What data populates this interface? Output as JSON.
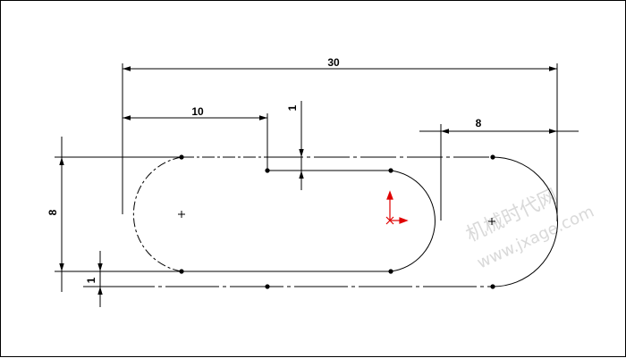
{
  "dimensions": {
    "overall_length": "30",
    "left_offset": "10",
    "right_width": "8",
    "height": "8",
    "top_gap": "1",
    "bottom_gap": "1"
  },
  "watermark": {
    "line1": "机械时代网",
    "line2": "www.jxage.com"
  },
  "colors": {
    "line": "#000000",
    "origin_marker": "#ff0000",
    "watermark": "#d9d9d9"
  }
}
